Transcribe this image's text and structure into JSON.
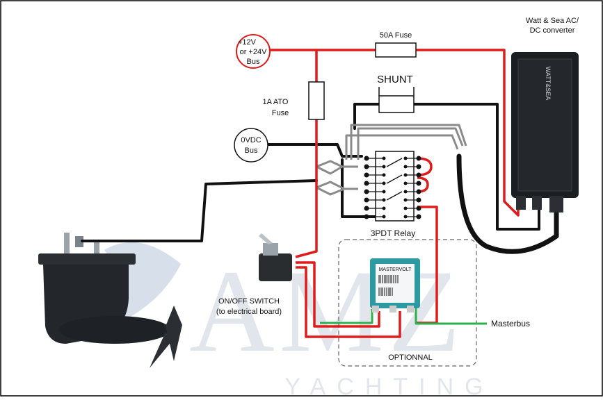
{
  "labels": {
    "bus_positive_line1": "+12V",
    "bus_positive_line2": "or +24V",
    "bus_positive_line3": "Bus",
    "fuse_50a": "50A Fuse",
    "shunt": "SHUNT",
    "ato_fuse_line1": "1A ATO",
    "ato_fuse_line2": "Fuse",
    "bus_zero_line1": "0VDC",
    "bus_zero_line2": "Bus",
    "converter_line1": "Watt & Sea AC/",
    "converter_line2": "DC converter",
    "relay": "3PDT Relay",
    "switch_line1": "ON/OFF SWITCH",
    "switch_line2": "(to electrical board)",
    "masterbus": "Masterbus",
    "optional": "OPTIONNAL",
    "device_brand": "MASTERVOLT",
    "converter_brand": "WATT&SEA"
  },
  "watermark": {
    "logo_text": "AMZ",
    "subtitle": "YACHTING"
  },
  "colors": {
    "positive_wire": "#e01b1b",
    "negative_wire": "#111111",
    "signal_wire": "#8a8a8a",
    "masterbus_wire": "#2db04b",
    "device_body": "#2c9aa0",
    "watermark": "#c9d3e0"
  }
}
